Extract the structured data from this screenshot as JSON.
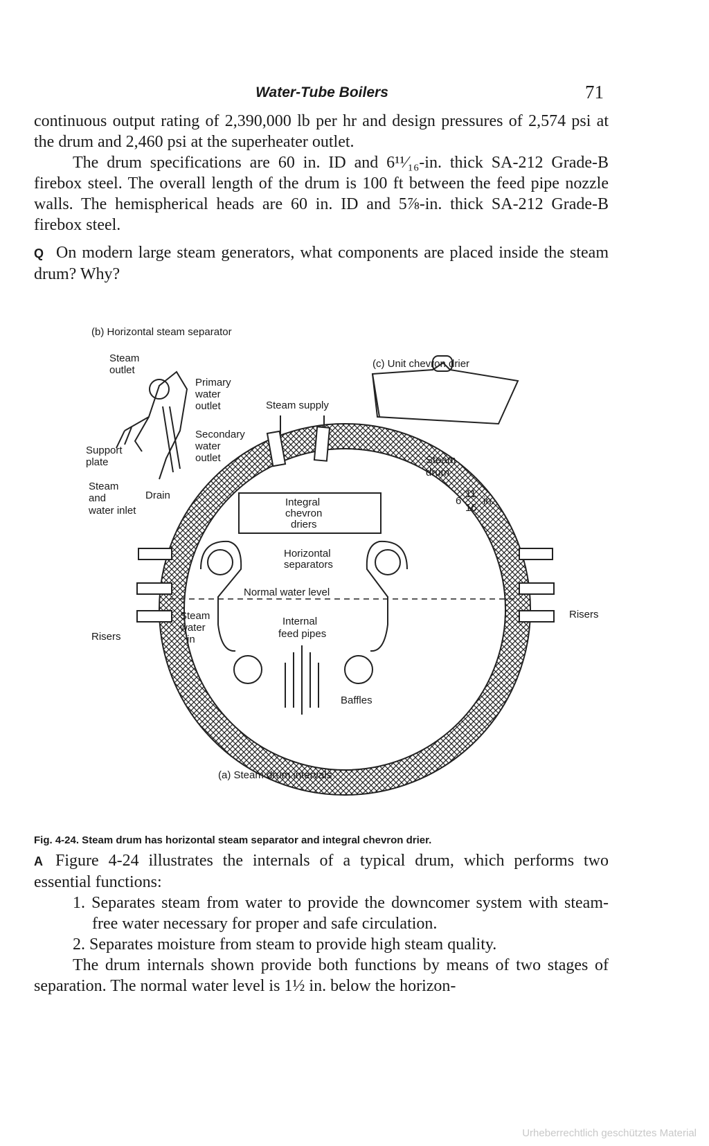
{
  "header": {
    "running_title": "Water-Tube Boilers",
    "page_number": "71"
  },
  "paragraphs": {
    "p1": "continuous output rating of 2,390,000 lb per hr and design pressures of 2,574 psi at the drum and 2,460 psi at the superheater outlet.",
    "p2": "The drum specifications are 60 in. ID and 6¹¹⁄₁₆-in. thick SA-212 Grade-B firebox steel. The overall length of the drum is 100 ft between the feed pipe nozzle walls. The hemispherical heads are 60 in. ID and 5⅞-in. thick SA-212 Grade-B firebox steel."
  },
  "question": {
    "marker": "Q",
    "text": "On modern large steam generators, what components are placed inside the steam drum? Why?"
  },
  "figure": {
    "sub_b_title": "(b) Horizontal steam separator",
    "sub_c_title": "(c) Unit chevron drier",
    "sub_a_title": "(a) Steam drum intervals",
    "labels": {
      "steam_outlet_1": "Steam",
      "steam_outlet_2": "outlet",
      "primary_1": "Primary",
      "primary_2": "water",
      "primary_3": "outlet",
      "secondary_1": "Secondary",
      "secondary_2": "water",
      "secondary_3": "outlet",
      "support_1": "Support",
      "support_2": "plate",
      "steam_inlet_1": "Steam",
      "steam_inlet_2": "and",
      "steam_inlet_3": "water inlet",
      "drain": "Drain",
      "steam_supply": "Steam supply",
      "steam_drum_1": "Steam",
      "steam_drum_2": "drum",
      "thickness_6": "6",
      "thickness_num": "11",
      "thickness_den": "16",
      "thickness_in": "in.",
      "integral_1": "Integral",
      "integral_2": "chevron",
      "integral_3": "driers",
      "horizontal_1": "Horizontal",
      "horizontal_2": "separators",
      "normal_water_level": "Normal water level",
      "steam_water_1": "Steam",
      "steam_water_2": "water",
      "steam_water_3": "in",
      "internal_1": "Internal",
      "internal_2": "feed pipes",
      "baffles": "Baffles",
      "risers_left": "Risers",
      "risers_right": "Risers"
    },
    "caption": "Fig. 4-24. Steam drum has horizontal steam separator and integral chevron drier."
  },
  "answer": {
    "marker": "A",
    "intro": "Figure 4-24 illustrates the internals of a typical drum, which performs two essential functions:",
    "item1": "1. Separates steam from water to provide the downcomer system with steam-free water necessary for proper and safe circulation.",
    "item2": "2. Separates moisture from steam to provide high steam quality.",
    "closing": "The drum internals shown provide both functions by means of two stages of separation. The normal water level is 1½ in. below the horizon-"
  },
  "watermark": "Urheberrechtlich geschütztes Material"
}
